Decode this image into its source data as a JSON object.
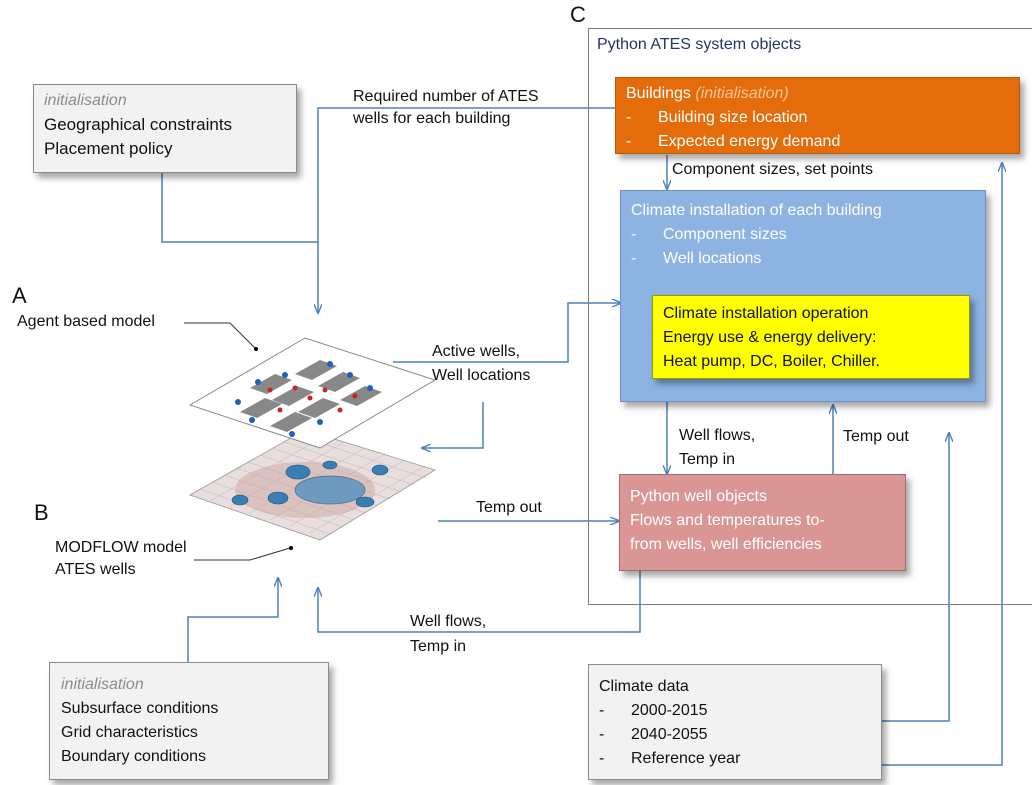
{
  "labels": {
    "a": "A",
    "b": "B",
    "c": "C"
  },
  "panel_c": {
    "title": "Python ATES system objects"
  },
  "init_top": {
    "tag": "initialisation",
    "lines": [
      "Geographical constraints",
      "Placement policy"
    ]
  },
  "init_bottom": {
    "tag": "initialisation",
    "lines": [
      "Subsurface conditions",
      "Grid characteristics",
      "Boundary conditions"
    ]
  },
  "buildings": {
    "title": "Buildings",
    "title_tag": "(initialisation)",
    "items": [
      "Building size location",
      "Expected energy demand"
    ]
  },
  "climate_installation": {
    "title": "Climate installation of each building",
    "items": [
      "Component sizes",
      "Well locations"
    ]
  },
  "climate_operation": {
    "lines": [
      "Climate installation operation",
      "Energy use & energy delivery:",
      "Heat pump, DC, Boiler, Chiller."
    ]
  },
  "well_objects": {
    "lines": [
      "Python well objects",
      "Flows and temperatures to-",
      "from wells, well efficiencies"
    ]
  },
  "climate_data": {
    "title": "Climate data",
    "items": [
      "2000-2015",
      "2040-2055",
      "Reference year"
    ]
  },
  "models": {
    "abm": "Agent based model",
    "modflow": [
      "MODFLOW model",
      "ATES wells"
    ]
  },
  "arrows": {
    "required_wells": [
      "Required number of ATES",
      "wells for each building"
    ],
    "component_sizes": "Component sizes, set points",
    "active_wells": [
      "Active wells,",
      "Well locations"
    ],
    "well_flows_right": [
      "Well flows,",
      "Temp in"
    ],
    "temp_out_right": "Temp out",
    "temp_out_mid": "Temp out",
    "well_flows_bottom": [
      "Well flows,",
      "Temp in"
    ]
  },
  "bullet": "-",
  "colors": {
    "buildings": "#e46c0a",
    "climate_installation": "#8db3e2",
    "climate_operation": "#ffff00",
    "well_objects": "#d99694",
    "wire": "#4f81bd"
  }
}
